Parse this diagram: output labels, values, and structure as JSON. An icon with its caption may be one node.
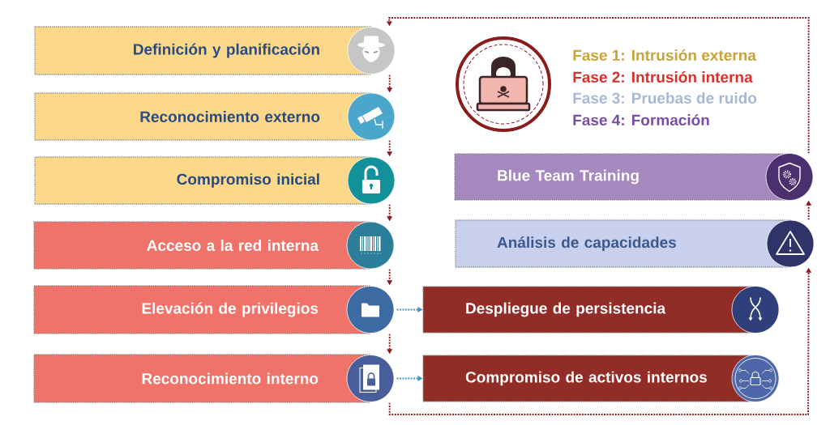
{
  "diagram": {
    "nodes": [
      {
        "text": [
          "Definición y planificación"
        ]
      },
      {
        "text": [
          "Reconocimiento externo"
        ]
      },
      {
        "text": [
          "Compromiso inicial"
        ]
      },
      {
        "text": [
          "Acceso a la red interna"
        ]
      },
      {
        "text": [
          "Elevación de privilegios"
        ]
      },
      {
        "text": [
          "Reconocimiento interno"
        ]
      },
      {
        "text": [
          "Blue Team Training"
        ]
      },
      {
        "text": [
          "Análisis de capacidades"
        ]
      },
      {
        "text": [
          "Despliegue de persistencia"
        ]
      },
      {
        "text": [
          "Compromiso de activos internos"
        ]
      }
    ],
    "edges": [
      {
        "from": 0,
        "to": 1,
        "arrow": "to",
        "style": "dashed"
      },
      {
        "from": 1,
        "to": 2,
        "arrow": "to",
        "style": "dashed"
      },
      {
        "from": 2,
        "to": 3,
        "arrow": "to",
        "style": "dashed"
      },
      {
        "from": 3,
        "to": 4,
        "arrow": "to",
        "style": "dashed"
      },
      {
        "from": 4,
        "to": 5,
        "arrow": "to",
        "style": "dashed"
      },
      {
        "from": 4,
        "to": 8,
        "arrow": "to",
        "style": "dashed",
        "color": "#3A93B8"
      },
      {
        "from": 5,
        "to": 9,
        "arrow": "to",
        "style": "dashed",
        "color": "#3A93B8"
      },
      {
        "from": 5,
        "to": 7,
        "arrow": "to",
        "style": "dashed"
      },
      {
        "from": 7,
        "to": 6,
        "arrow": "to",
        "style": "dashed"
      },
      {
        "from": 6,
        "to": 0,
        "arrow": "to",
        "style": "dashed"
      }
    ],
    "legend": [
      {
        "text": "Fase 1: Intrusión externa",
        "color": "#C9A23A"
      },
      {
        "text": "Fase 2: Intrusión interna",
        "color": "#D9302C"
      },
      {
        "text": "Fase 3: Pruebas de ruido",
        "color": "#A7B7D6"
      },
      {
        "text": "Fase 4: Formación",
        "color": "#7B4EA6"
      }
    ]
  }
}
